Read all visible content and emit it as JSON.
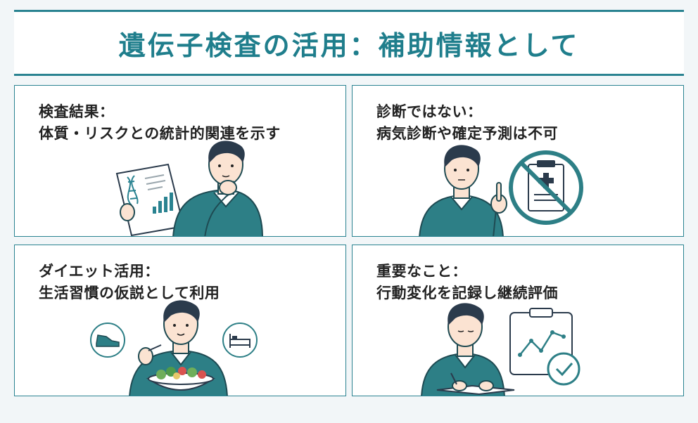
{
  "title": "遺伝子検査の活用：補助情報として",
  "panels": [
    {
      "heading": "検査結果：",
      "body": "体質・リスクとの統計的関連を示す"
    },
    {
      "heading": "診断ではない：",
      "body": "病気診断や確定予測は不可"
    },
    {
      "heading": "ダイエット活用：",
      "body": "生活習慣の仮説として利用"
    },
    {
      "heading": "重要なこと：",
      "body": "行動変化を記録し継続評価"
    }
  ],
  "icons": {
    "panel1": [
      "dna-icon",
      "bar-chart-icon",
      "person-thinking"
    ],
    "panel2": [
      "prohibited-clipboard-icon",
      "medical-cross-icon",
      "person-pointing"
    ],
    "panel3": [
      "sneaker-icon",
      "bed-icon",
      "salad-bowl-icon",
      "person-eating"
    ],
    "panel4": [
      "line-chart-clipboard-icon",
      "check-circle-icon",
      "person-writing"
    ]
  },
  "colors": {
    "accent": "#2a8391",
    "title_text": "#1f7e8c",
    "sweater": "#2d7f86",
    "hair": "#2b3b4c"
  }
}
